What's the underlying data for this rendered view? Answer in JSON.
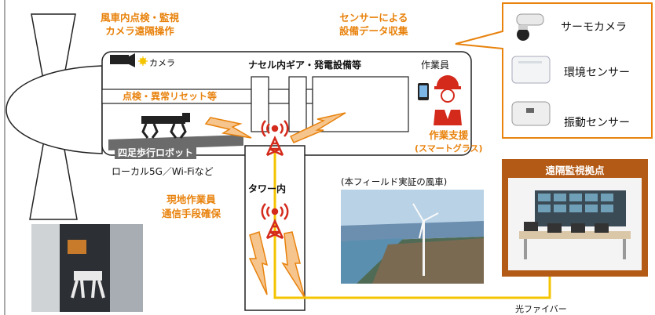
{
  "colors": {
    "accent_orange": "#e8820c",
    "bolt_fill": "#f6c58e",
    "antenna_red": "#d42a1c",
    "fiber_yellow": "#f5c400",
    "hub_brown": "#b35a16"
  },
  "labels": {
    "camera_remote": [
      "風車内点検・監視",
      "カメラ遠隔操作"
    ],
    "sensor_collect": [
      "センサーによる",
      "設備データ収集"
    ],
    "camera": "カメラ",
    "nacelle": "ナセル内ギア・発電設備等",
    "worker": "作業員",
    "inspection_reset": "点検・異常リセット等",
    "work_support": [
      "作業支援",
      "(スマートグラス)"
    ],
    "quadruped": "四足歩行ロボット",
    "local_5g": "ローカル5G／Wi-Fiなど",
    "tower_inside": "タワー内",
    "onsite_comm": [
      "現地作業員",
      "通信手段確保"
    ],
    "field_turbine": "(本フィールド実証の風車)",
    "remote_hub": "遠隔監視拠点",
    "fiber": "光ファイバー"
  },
  "sensors": [
    {
      "label": "サーモカメラ",
      "icon": "thermal-camera-icon"
    },
    {
      "label": "環境センサー",
      "icon": "environment-sensor-icon"
    },
    {
      "label": "振動センサー",
      "icon": "vibration-sensor-icon"
    }
  ]
}
